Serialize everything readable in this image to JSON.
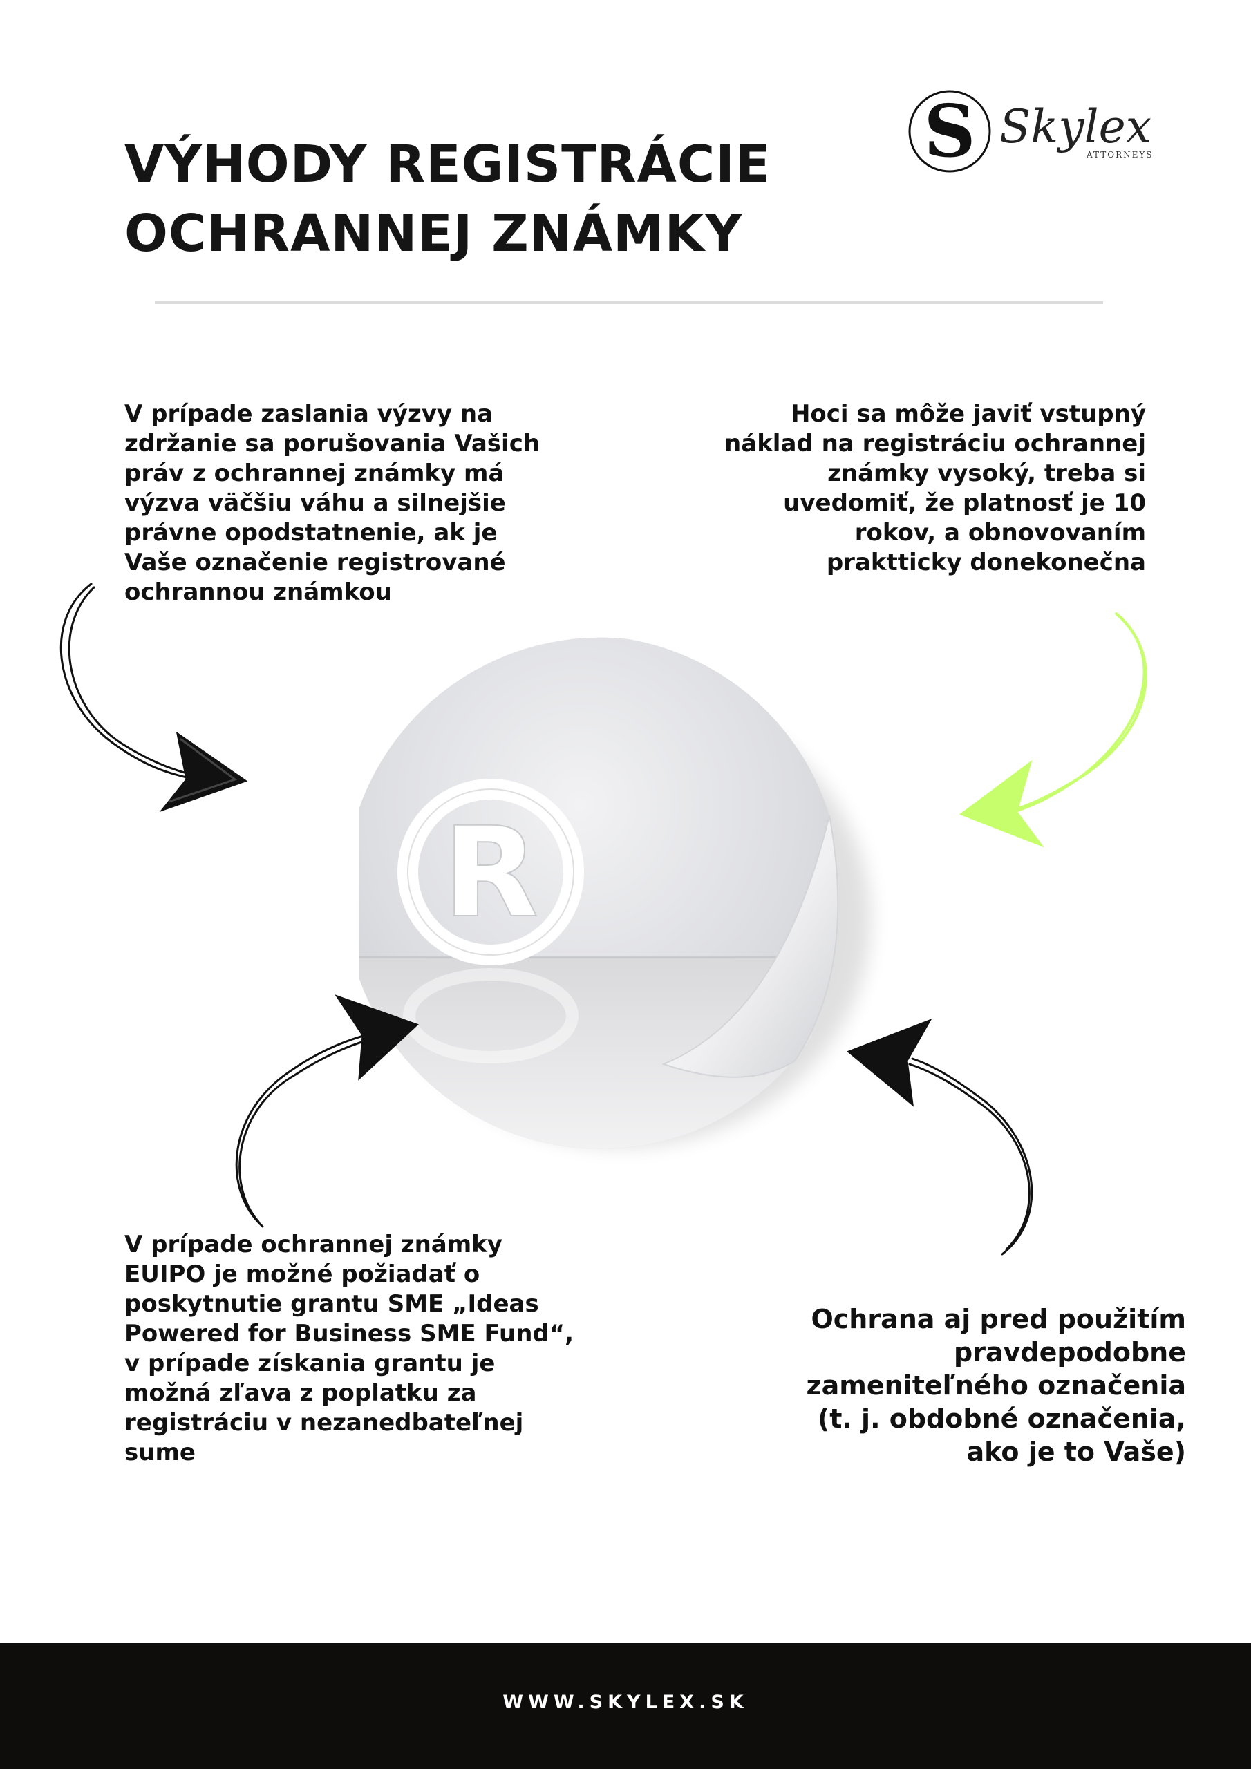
{
  "header": {
    "title_line1": "VÝHODY REGISTRÁCIE",
    "title_line2": "OCHRANNEJ ZNÁMKY"
  },
  "logo": {
    "monogram": "S",
    "wordmark": "Skylex",
    "tagline": "ATTORNEYS"
  },
  "benefits": {
    "top_left": {
      "lines": [
        "V prípade zaslania výzvy na",
        "zdržanie sa porušovania Vašich",
        "práv z ochrannej známky má",
        "výzva väčšiu váhu a silnejšie",
        "právne opodstatnenie, ak je",
        "Vaše označenie registrované",
        "ochrannou známkou"
      ]
    },
    "top_right": {
      "lines": [
        "Hoci sa môže javiť vstupný",
        "náklad na registráciu ochrannej",
        "známky vysoký, treba si",
        "uvedomiť, že platnosť je 10",
        "rokov, a obnovovaním",
        "praktticky donekonečna"
      ]
    },
    "bottom_left": {
      "lines": [
        "V prípade ochrannej známky",
        "EUIPO je možné požiadať o",
        "poskytnutie grantu SME „Ideas",
        "Powered for Business SME Fund“,",
        "v prípade získania grantu je",
        "možná zľava z poplatku za",
        "registráciu v nezanedbateľnej",
        "sume"
      ]
    },
    "bottom_right": {
      "lines": [
        "Ochrana aj pred použitím",
        "pravdepodobne",
        "zameniteľného označenia",
        "(t. j. obdobné označenia,",
        "ako je to Vaše)"
      ]
    }
  },
  "center_image": {
    "symbol": "R"
  },
  "footer": {
    "url": "WWW.SKYLEX.SK"
  },
  "colors": {
    "background": "#ffffff",
    "text": "#111111",
    "accent_arrow": "#c6ff6b",
    "footer_bg": "#0f0c0c",
    "divider": "#dcdcdc"
  }
}
